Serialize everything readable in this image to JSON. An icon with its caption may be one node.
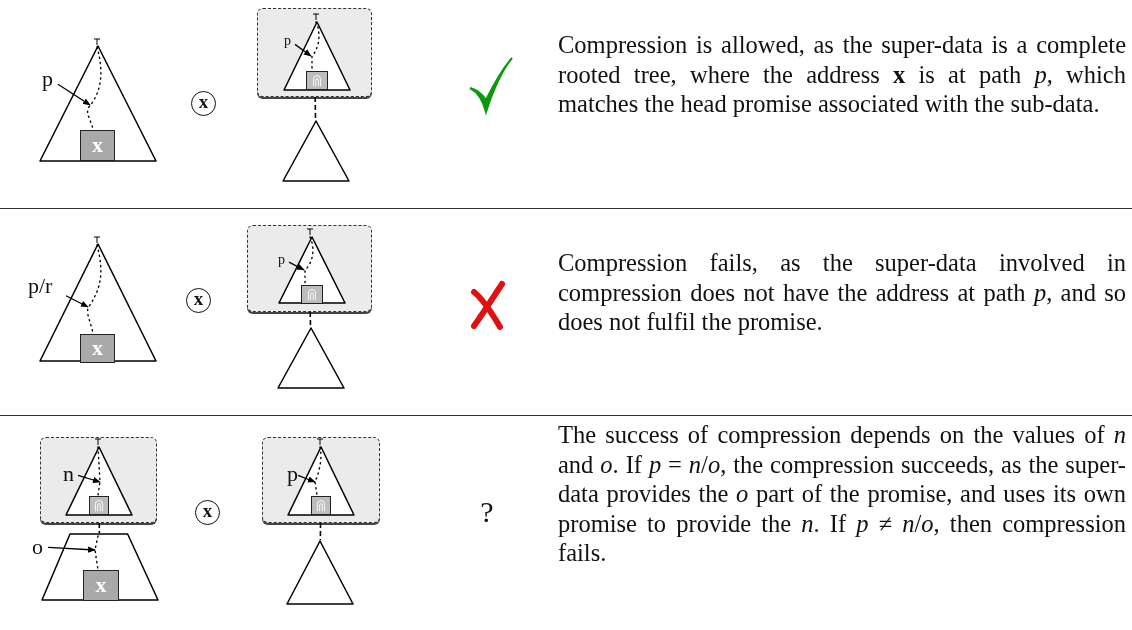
{
  "diagram": {
    "nodes": [
      {
        "text": [],
        "shape": "triangle"
      },
      {
        "text": [
          "x"
        ],
        "in": 0
      },
      {
        "text": [
          "p"
        ]
      },
      {
        "text": [
          "x"
        ]
      },
      {
        "text": [],
        "shape": "box"
      },
      {
        "text": [],
        "shape": "triangle",
        "in": 4
      },
      {
        "text": [],
        "shape": "box",
        "in": 5
      },
      {
        "text": [
          "p"
        ],
        "in": 4
      },
      {
        "text": [],
        "shape": "triangle"
      },
      {
        "text": [],
        "shape": "triangle"
      },
      {
        "text": [
          "x"
        ],
        "in": 9
      },
      {
        "text": [
          "p/r"
        ]
      },
      {
        "text": [
          "x"
        ]
      },
      {
        "text": [],
        "shape": "box"
      },
      {
        "text": [],
        "shape": "triangle",
        "in": 13
      },
      {
        "text": [],
        "shape": "box",
        "in": 14
      },
      {
        "text": [
          "p"
        ],
        "in": 13
      },
      {
        "text": [],
        "shape": "triangle"
      },
      {
        "text": [],
        "shape": "box"
      },
      {
        "text": [],
        "shape": "triangle",
        "in": 18
      },
      {
        "text": [],
        "shape": "box",
        "in": 19
      },
      {
        "text": [
          "n"
        ],
        "in": 18
      },
      {
        "text": [],
        "shape": "trapezoid"
      },
      {
        "text": [
          "x"
        ],
        "in": 22
      },
      {
        "text": [
          "o"
        ]
      },
      {
        "text": [
          "x"
        ]
      },
      {
        "text": [],
        "shape": "box"
      },
      {
        "text": [],
        "shape": "triangle",
        "in": 26
      },
      {
        "text": [],
        "shape": "box",
        "in": 27
      },
      {
        "text": [
          "p"
        ],
        "in": 26
      },
      {
        "text": [],
        "shape": "triangle"
      }
    ],
    "edges": [
      {
        "from": 2,
        "to": 0,
        "arrow": "to"
      },
      {
        "from": 7,
        "to": 5,
        "arrow": "to"
      },
      {
        "from": 4,
        "to": 8,
        "arrow": "none",
        "style": "dashed"
      },
      {
        "from": 11,
        "to": 9,
        "arrow": "to"
      },
      {
        "from": 16,
        "to": 14,
        "arrow": "to"
      },
      {
        "from": 13,
        "to": 17,
        "arrow": "none",
        "style": "dashed"
      },
      {
        "from": 21,
        "to": 19,
        "arrow": "to"
      },
      {
        "from": 18,
        "to": 22,
        "arrow": "none",
        "style": "dashed"
      },
      {
        "from": 24,
        "to": 22,
        "arrow": "to"
      },
      {
        "from": 29,
        "to": 27,
        "arrow": "to"
      },
      {
        "from": 26,
        "to": 30,
        "arrow": "none",
        "style": "dashed"
      }
    ],
    "labels": [
      "Compression is allowed, as the super-data is a complete rooted tree, where the address **x** is at path *p*, which matches the head promise associated with the sub-data.",
      "Compression fails, as the super-data involved in compression does not have the address at path *p*, and so does not fulfil the promise.",
      "?",
      "The success of compression depends on the values of *n* and *o*. If *p* = *n*/*o*, the compression succeeds, as the super-data provides the *o* part of the promise, and uses its own promise to provide the *n*. If *p* ≠ *n*/*o*, then compression fails."
    ]
  }
}
